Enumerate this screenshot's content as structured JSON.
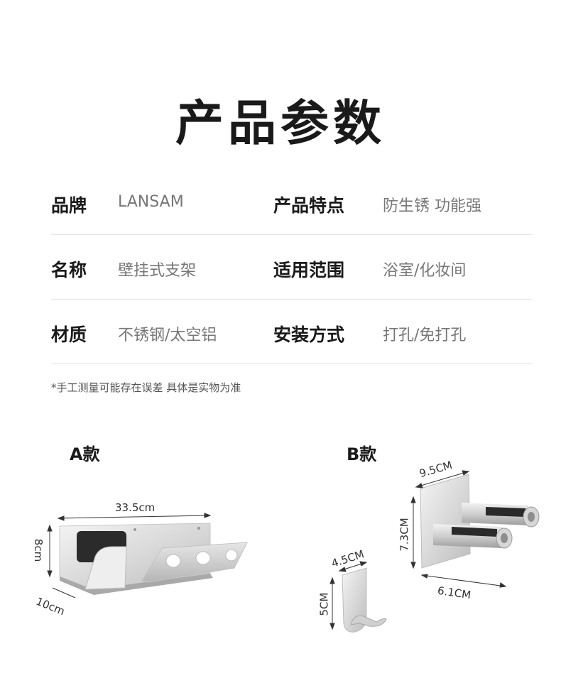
{
  "title": "产品参数",
  "specs": [
    {
      "label1": "品牌",
      "value1": "LANSAM",
      "label2": "产品特点",
      "value2": "防生锈 功能强"
    },
    {
      "label1": "名称",
      "value1": "壁挂式支架",
      "label2": "适用范围",
      "value2": "浴室/化妆间"
    },
    {
      "label1": "材质",
      "value1": "不锈钢/太空铝",
      "label2": "安装方式",
      "value2": "打孔/免打孔"
    }
  ],
  "note": "*手工测量可能存在误差 具体是实物为准",
  "variants": {
    "a": {
      "name": "A款",
      "width": "33.5cm",
      "height": "8cm",
      "depth": "10cm"
    },
    "b": {
      "name": "B款",
      "plate_width": "9.5CM",
      "plate_height": "7.3CM",
      "arm_length": "6.1CM",
      "hook_width": "4.5CM",
      "hook_height": "5CM"
    }
  }
}
